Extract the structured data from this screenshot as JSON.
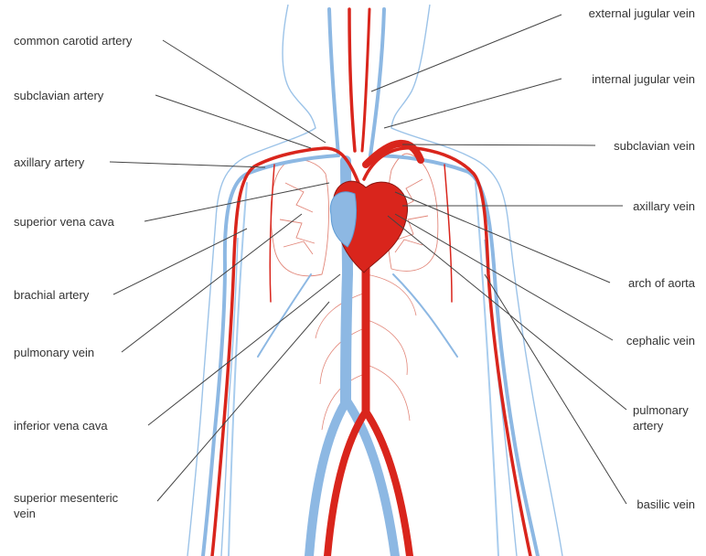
{
  "colors": {
    "artery": "#d9251c",
    "vein": "#8db8e3",
    "vein_outline": "#5e9bd4",
    "leader": "#444444",
    "text": "#333333",
    "background": "#ffffff"
  },
  "labels_left": [
    {
      "id": "common-carotid-artery",
      "lines": [
        "common carotid artery"
      ]
    },
    {
      "id": "subclavian-artery",
      "lines": [
        "subclavian artery"
      ]
    },
    {
      "id": "axillary-artery",
      "lines": [
        "axillary artery"
      ]
    },
    {
      "id": "superior-vena-cava",
      "lines": [
        "superior vena cava"
      ]
    },
    {
      "id": "brachial-artery",
      "lines": [
        "brachial artery"
      ]
    },
    {
      "id": "pulmonary-vein",
      "lines": [
        "pulmonary vein"
      ]
    },
    {
      "id": "inferior-vena-cava",
      "lines": [
        "inferior vena cava"
      ]
    },
    {
      "id": "superior-mesenteric-vein",
      "lines": [
        "superior mesenteric",
        "vein"
      ]
    }
  ],
  "labels_right": [
    {
      "id": "external-jugular-vein",
      "lines": [
        "external jugular vein"
      ]
    },
    {
      "id": "internal-jugular-vein",
      "lines": [
        "internal jugular vein"
      ]
    },
    {
      "id": "subclavian-vein",
      "lines": [
        "subclavian vein"
      ]
    },
    {
      "id": "axillary-vein",
      "lines": [
        "axillary vein"
      ]
    },
    {
      "id": "arch-of-aorta",
      "lines": [
        "arch of aorta"
      ]
    },
    {
      "id": "cephalic-vein",
      "lines": [
        "cephalic vein"
      ]
    },
    {
      "id": "pulmonary-artery",
      "lines": [
        "pulmonary",
        "artery"
      ]
    },
    {
      "id": "basilic-vein",
      "lines": [
        "basilic vein"
      ]
    }
  ]
}
